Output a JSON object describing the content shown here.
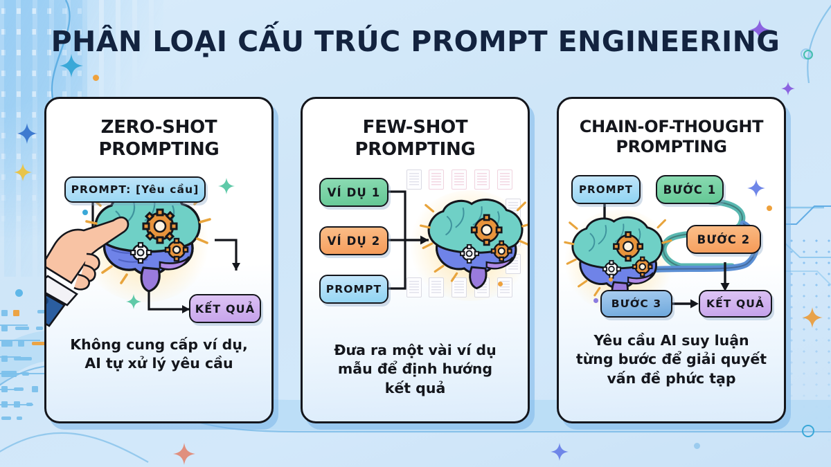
{
  "page": {
    "title": "PHÂN LOẠI CẤU TRÚC PROMPT ENGINEERING",
    "background_color": "#d4e9f9",
    "title_color": "#13233f"
  },
  "cards": [
    {
      "id": "zero-shot",
      "title": "ZERO-SHOT\nPROMPTING",
      "caption": "Không cung cấp ví dụ,\nAI tự xử lý yêu cầu",
      "badges": {
        "prompt": "PROMPT: [Yêu cầu]",
        "result": "KẾT QUẢ"
      },
      "colors": {
        "prompt": "#8ed3f2",
        "result": "#c4a1ea"
      },
      "icons": [
        "pointing-hand-icon",
        "brain-gear-icon",
        "sparkle-icon"
      ]
    },
    {
      "id": "few-shot",
      "title": "FEW-SHOT\nPROMPTING",
      "caption": "Đưa ra một vài ví dụ\nmẫu để định hướng\nkết quả",
      "badges": {
        "example1": "VÍ DỤ 1",
        "example2": "VÍ DỤ 2",
        "prompt": "PROMPT"
      },
      "colors": {
        "example1": "#63c794",
        "example2": "#f59a57",
        "prompt": "#8ed3f2"
      },
      "icons": [
        "brain-gear-icon",
        "document-icon"
      ]
    },
    {
      "id": "chain-of-thought",
      "title": "CHAIN-OF-THOUGHT\nPROMPTING",
      "caption": "Yêu cầu AI suy luận\ntừng bước để giải quyết\nvấn đề phức tạp",
      "badges": {
        "prompt": "PROMPT",
        "step1": "BƯỚC 1",
        "step2": "BƯỚC 2",
        "step3": "BƯỚC 3",
        "result": "KẾT QUẢ"
      },
      "colors": {
        "prompt": "#8ed3f2",
        "step1": "#63c794",
        "step2": "#f59a57",
        "step3": "#6ea8dc",
        "result": "#c4a1ea"
      },
      "icons": [
        "brain-gear-icon",
        "sparkle-icon"
      ]
    }
  ],
  "decorations": {
    "sparkle_colors": [
      "#3aa8d8",
      "#4fbfa0",
      "#8b63e0",
      "#e8a24a",
      "#e88a8a"
    ],
    "accent_orange": "#eea13c",
    "accent_blue": "#3d9ade",
    "accent_teal": "#45bfae"
  }
}
